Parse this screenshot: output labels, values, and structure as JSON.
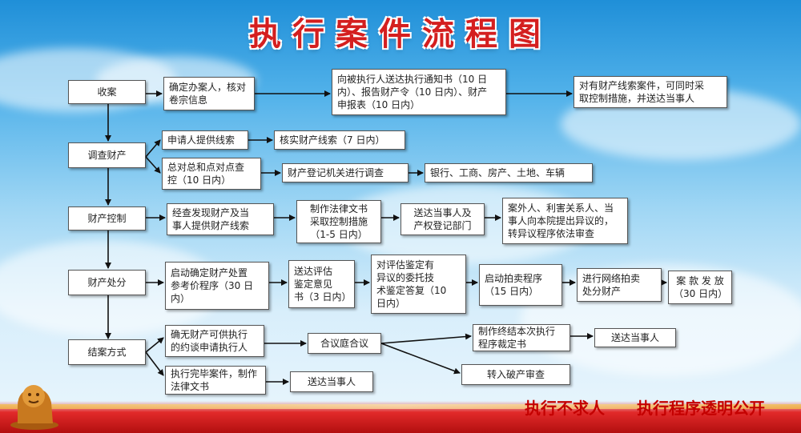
{
  "title": "执行案件流程图",
  "slogans": [
    "执行不求人",
    "执行程序透明公开"
  ],
  "stages": {
    "s1": "收案",
    "s2": "调查财产",
    "s3": "财产控制",
    "s4": "财产处分",
    "s5": "结案方式"
  },
  "row1": {
    "b1": "确定办案人，核对\n卷宗信息",
    "b2": "向被执行人送达执行通知书（10 日\n内）、报告财产令（10 日内）、财产\n申报表（10 日内）",
    "b3": "对有财产线索案件，可同时采\n取控制措施，并送达当事人"
  },
  "row2": {
    "b1": "申请人提供线索",
    "b2": "核实财产线索（7 日内）",
    "b3": "总对总和点对点查\n控（10 日内）",
    "b4": "财产登记机关进行调查",
    "b5": "银行、工商、房产、土地、车辆"
  },
  "row3": {
    "b1": "经查发现财产及当\n事人提供财产线索",
    "b2": "制作法律文书\n采取控制措施\n（1-5 日内）",
    "b3": "送达当事人及\n产权登记部门",
    "b4": "案外人、利害关系人、当\n事人向本院提出异议的，\n转异议程序依法审查"
  },
  "row4": {
    "b1": "启动确定财产处置\n参考价程序（30 日\n内）",
    "b2": "送达评估\n鉴定意见\n书（3 日内）",
    "b3": "对评估鉴定有\n异议的委托技\n术鉴定答复（10\n日内）",
    "b4": "启动拍卖程序\n（15 日内）",
    "b5": "进行网络拍卖\n处分财产",
    "b6": "案 款 发 放\n（30 日内）"
  },
  "row5": {
    "b1": "确无财产可供执行\n的约谈申请执行人",
    "b2": "合议庭合议",
    "b3": "制作终结本次执行\n程序裁定书",
    "b4": "送达当事人",
    "b5": "转入破产审查",
    "b6": "执行完毕案件，制作\n法律文书",
    "b7": "送达当事人"
  }
}
